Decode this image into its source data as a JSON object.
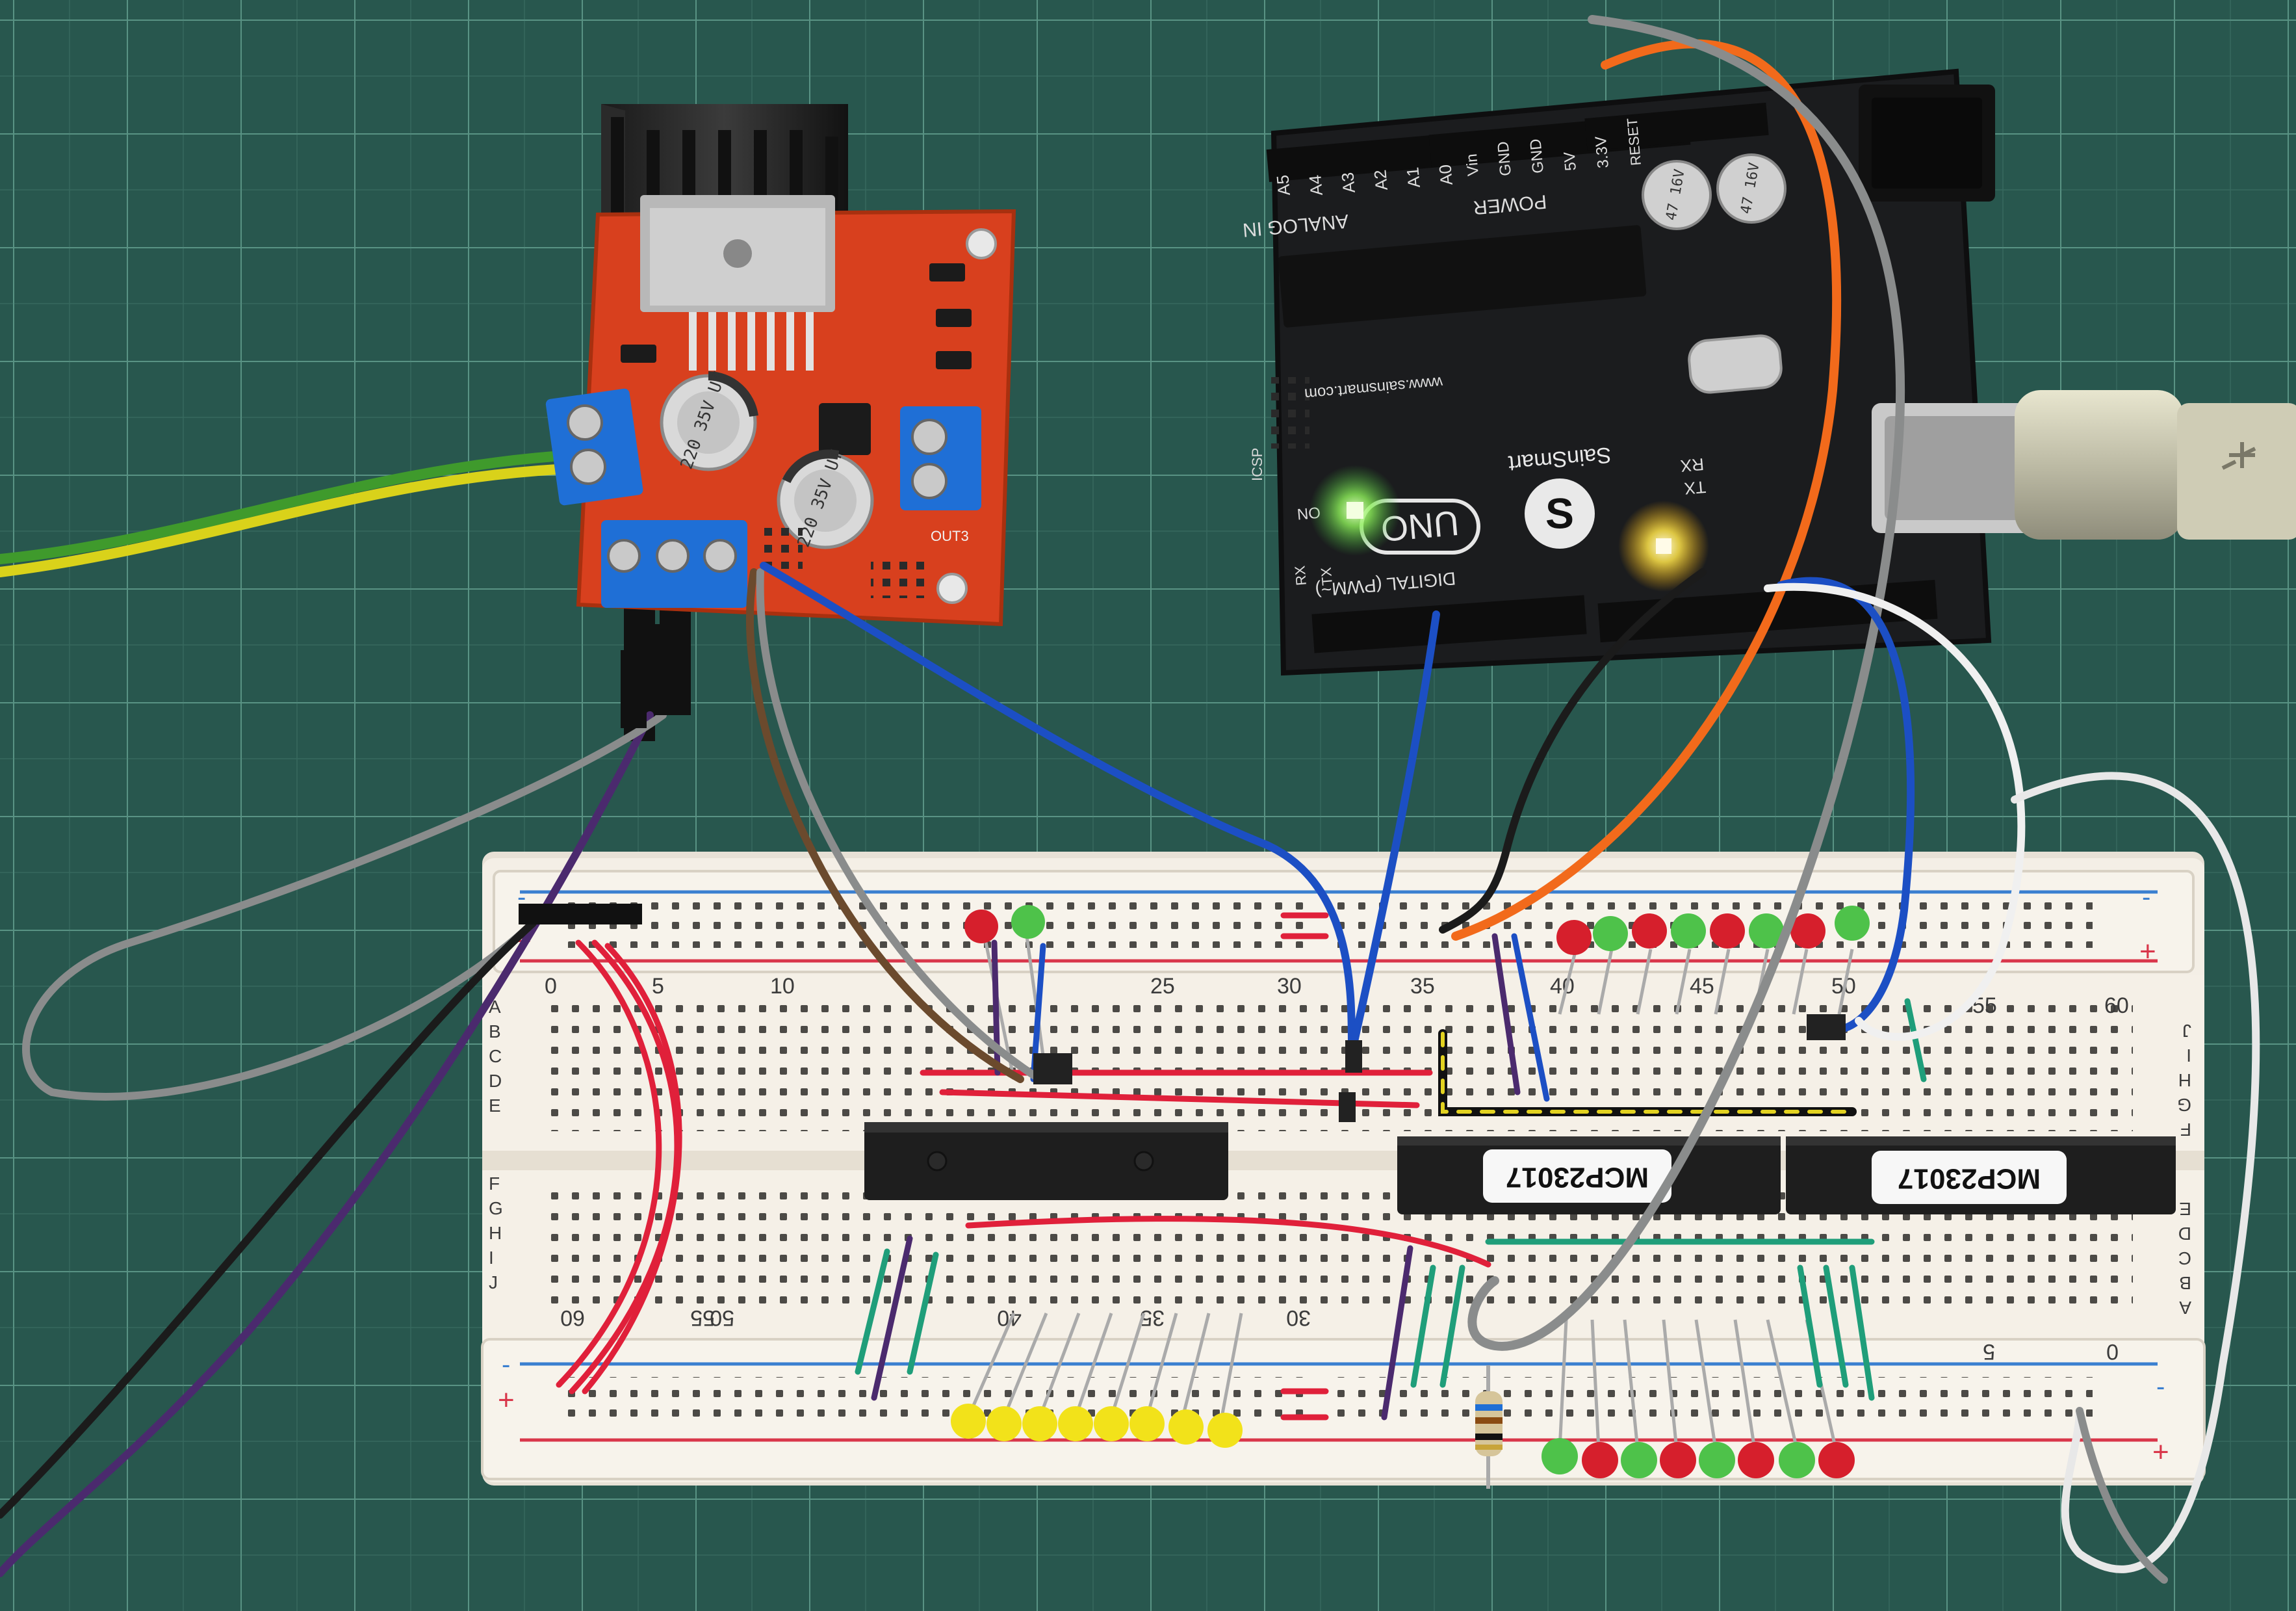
{
  "colors": {
    "mat": "#2e5f55",
    "mat_line": "#6fb3a2",
    "breadboard": "#f2ede4",
    "rail_red": "#d9364a",
    "rail_blue": "#3a7fd0",
    "pcb_red": "#d8401e",
    "arduino_black": "#1b1c1e",
    "terminal_blue": "#1f6fd6",
    "wire_orange": "#f26a1b",
    "wire_grey": "#8a8c8c",
    "wire_blue": "#1c4fc4",
    "wire_purple": "#4b2a6e",
    "wire_green": "#1f9e7a",
    "wire_red": "#e0203a",
    "wire_white": "#eeeeee",
    "led_red": "#d61f2c",
    "led_green": "#4ec24a",
    "led_yellow": "#f2e21a",
    "led_lit_green": "#b6ff6a",
    "led_lit_yellow": "#ffef7a"
  },
  "motor_driver": {
    "cap1": "220\n35V\nUT",
    "cap2": "220\n35V\nUT",
    "out_label": "OUT3"
  },
  "arduino": {
    "brand": "SainSmart",
    "model": "UNO",
    "url": "www.sainsmart.com",
    "analog_in": "ANALOG IN",
    "analog_pins": [
      "A5",
      "A4",
      "A3",
      "A2",
      "A1",
      "A0"
    ],
    "power": "POWER",
    "power_pins": [
      "Vin",
      "GND",
      "GND",
      "5V",
      "3.3V",
      "RESET"
    ],
    "digital": "DIGITAL (PWM~)",
    "on_label": "ON",
    "tx_label": "TX",
    "rx_label": "RX",
    "icsp_label": "ICSP",
    "rx_pin_label": "RX",
    "tx_pin_label": "TX",
    "cap_a": "47\n16V",
    "cap_b": "47\n16V"
  },
  "breadboard": {
    "top_numbers": [
      "0",
      "5",
      "10",
      "25",
      "30",
      "35",
      "40",
      "45",
      "50",
      "55",
      "60"
    ],
    "bottom_numbers": [
      "60",
      "55",
      "50",
      "40",
      "35",
      "30",
      "5",
      "0"
    ],
    "left_letters_top": [
      "A",
      "B",
      "C",
      "D",
      "E"
    ],
    "left_letters_bottom": [
      "F",
      "G",
      "H",
      "I",
      "J"
    ],
    "right_letters_top": [
      "J",
      "I",
      "H",
      "G",
      "F"
    ],
    "right_letters_bottom": [
      "E",
      "D",
      "C",
      "B",
      "A"
    ],
    "rail_plus": "+",
    "rail_minus": "-"
  },
  "chips": {
    "chip2_label": "MCP23017",
    "chip3_label": "MCP23017"
  }
}
